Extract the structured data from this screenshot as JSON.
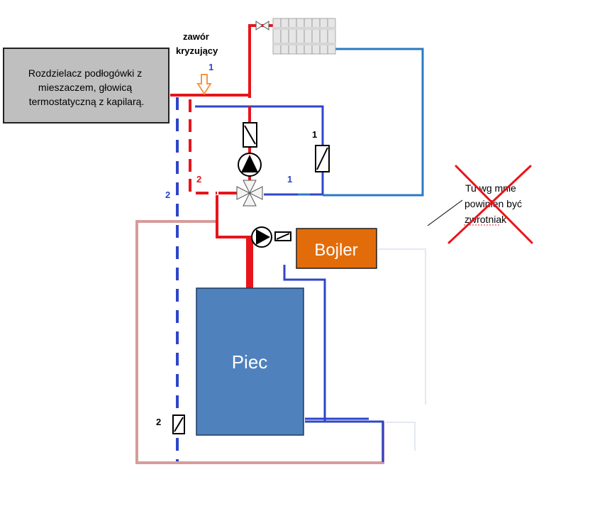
{
  "labels": {
    "manifold": [
      "Rozdzielacz podłogówki z",
      "mieszaczem, głowicą",
      "termostatyczną z kapilarą."
    ],
    "valve": [
      "zawór",
      "kryzujący"
    ],
    "boiler_tank": "Bojler",
    "furnace": "Piec",
    "note": [
      "Tu wg mnie",
      "powinien być",
      "zwrotniak"
    ]
  },
  "markers": {
    "one_top": "1",
    "one_right_check": "1",
    "one_mixer": "1",
    "two_red": "2",
    "two_blue": "2",
    "two_bottom": "2"
  },
  "colors": {
    "supply": "#e8141b",
    "return_blue": "#2f45c9",
    "return_light_blue": "#2a7ac2",
    "pink_return": "#d79b9b",
    "boiler_fill": "#e36c0a",
    "furnace_fill": "#4f81bd",
    "manifold_fill": "#bfbfbf",
    "cross": "#e8141b",
    "valve_arrow": "#f79646"
  }
}
